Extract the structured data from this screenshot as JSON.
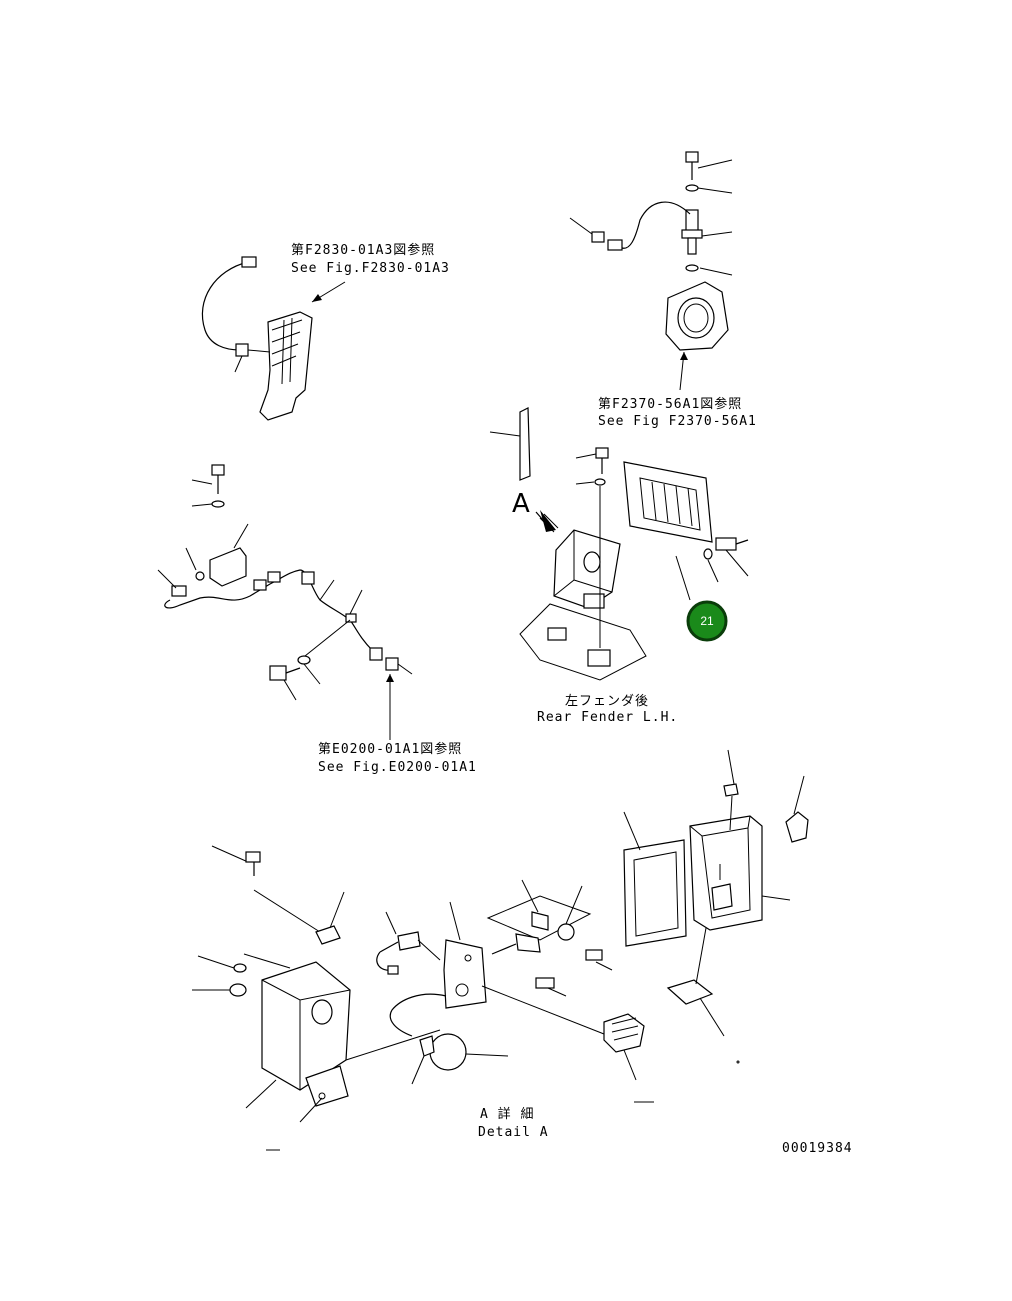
{
  "references": {
    "f2830_jp": "第F2830-01A3図参照",
    "f2830_en": "See Fig.F2830-01A3",
    "f2370_jp": "第F2370-56A1図参照",
    "f2370_en": "See Fig F2370-56A1",
    "e0200_jp": "第E0200-01A1図参照",
    "e0200_en": "See Fig.E0200-01A1"
  },
  "locations": {
    "rear_fender_jp": "左フェンダ後",
    "rear_fender_en": "Rear Fender L.H."
  },
  "detail": {
    "view_letter": "A",
    "title_jp": "A 詳 細",
    "title_en": "Detail A"
  },
  "callout": {
    "number": "21",
    "color": "#1a8a1a",
    "border_color": "#0a3d0a"
  },
  "drawing_number": "00019384"
}
